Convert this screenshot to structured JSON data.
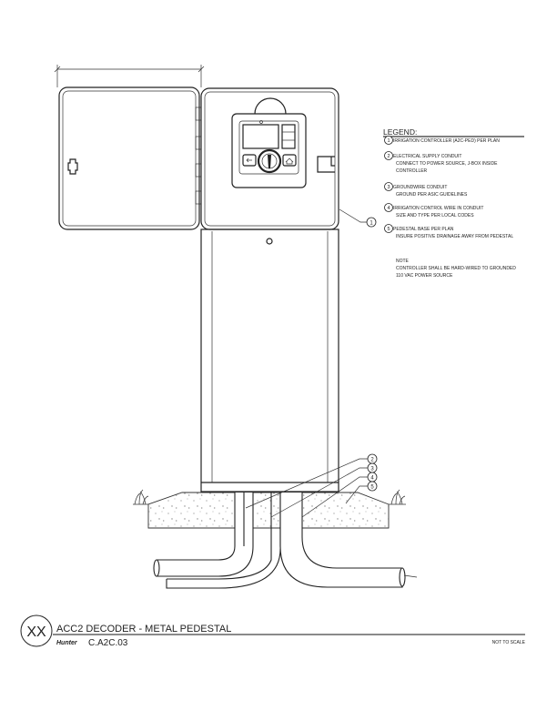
{
  "legend": {
    "title": "LEGEND:",
    "items": [
      {
        "num": "1",
        "lines": [
          "IRRIGATION CONTROLLER (A2C-PED) PER PLAN"
        ]
      },
      {
        "num": "2",
        "lines": [
          "ELECTRICAL SUPPLY CONDUIT",
          "CONNECT TO POWER SOURCE, J-BOX INSIDE",
          "CONTROLLER"
        ]
      },
      {
        "num": "3",
        "lines": [
          "GROUNDWIRE CONDUIT",
          "GROUND PER ASIC GUIDELINES"
        ]
      },
      {
        "num": "4",
        "lines": [
          "IRRIGATION CONTROL WIRE IN CONDUIT",
          "SIZE AND TYPE PER LOCAL CODES"
        ]
      },
      {
        "num": "5",
        "lines": [
          "PEDESTAL BASE PER PLAN",
          "INSURE POSITIVE DRAINAGE AWAY FROM PEDESTAL"
        ]
      }
    ],
    "note_title": "NOTE",
    "note_lines": [
      "CONTROLLER SHALL BE HARD-WIRED TO GROUNDED",
      "110 VAC POWER SOURCE"
    ]
  },
  "callouts": [
    "1",
    "2",
    "3",
    "4",
    "5"
  ],
  "title_block": {
    "detail_id": "XX",
    "title": "ACC2 DECODER - METAL PEDESTAL",
    "logo": "Hunter",
    "drawing_number": "C.A2C.03",
    "scale": "NOT TO SCALE"
  }
}
